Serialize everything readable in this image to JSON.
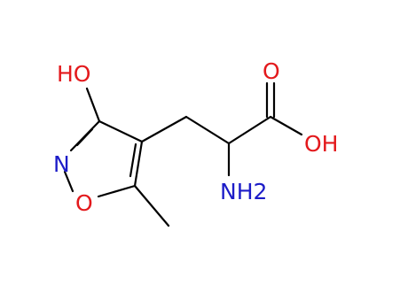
{
  "molecule": {
    "labels": {
      "ring_oh": "HO",
      "carbonyl_o": "O",
      "acid_oh": "OH",
      "ring_n": "N",
      "ring_o": "O",
      "amine": "NH2"
    },
    "colors": {
      "oxygen": "#e3191c",
      "nitrogen": "#1c1cc8",
      "bond": "#000000",
      "background": "#ffffff"
    }
  }
}
